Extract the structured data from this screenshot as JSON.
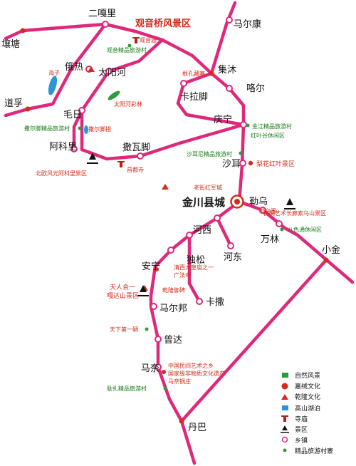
{
  "colors": {
    "road": "#e0287a",
    "town_ring": "#e0287a",
    "nature_green": "#2e9a3a",
    "jiarong_red": "#d62a1a",
    "lake_blue": "#2a96d6",
    "temple_red": "#b8211a",
    "scenic_black": "#111111",
    "village_green": "#2e9a3a"
  },
  "county": {
    "label": "金川县城"
  },
  "towns": {
    "rangtang": "壤塘",
    "erga": "二嘎里",
    "marerkang": "马尔康",
    "anle": "俄热",
    "taiyanghe": "太阳河",
    "jimu": "集沐",
    "daofu": "道孚",
    "kalajiao": "卡拉脚",
    "maer": "咯尔",
    "maori": "毛日",
    "qingning": "庆宁",
    "alili": "阿科里",
    "sawajiao": "撒瓦脚",
    "shaer": "沙耳",
    "lewu": "勒乌",
    "hexi": "河西",
    "wanlin": "万林",
    "dusong": "独松",
    "hedong": "河东",
    "xiaojin": "小金",
    "anning": "安宁",
    "kasa": "卡撒",
    "maerbang": "马尔邦",
    "zengda": "曾达",
    "manai": "马奈",
    "danba": "丹巴"
  },
  "labels": {
    "guanyinqiao": "观音桥风景区",
    "guanyinmiao": "观音庙",
    "guanyin_village": "观音精品旅游村",
    "haizi": "海子",
    "gengenzhai": "根孔藏寨",
    "taiyanghe_forest": "太阳河彩林",
    "saerjiao_lake": "撒尔脚措",
    "saerjiao_village": "撒尔脚精品旅游村",
    "jinjiang_village": "金江精品旅游村",
    "hongyegu": "红叶谷休闲区",
    "shaerni_village": "沙耳尼精品旅游村",
    "lihua_scenic": "梨花红叶景区",
    "beiou_scenic": "北欧风光阿科里景区",
    "changdusi": "昌都寺",
    "laojin_fort": "老街红军城",
    "lewu_wei": "勒乌围",
    "qunbei_scenic": "群碉艺术长廊索乌山景区",
    "baise_leisure": "八色通休闲区",
    "qingsi_line1": "清西大皇庙之一",
    "qingsi_line2": "广法寺",
    "qianlong": "乾隆御碑",
    "tianren_line1": "天人合一",
    "tianren_line2": "嘎达山景区",
    "tianxia": "天下第一碉",
    "minjian_line1": "中国民间艺术之乡",
    "minjian_line2": "国家级非物质文化遗产",
    "minjian_line3": "马奈锅庄",
    "gengzha_village": "耿扎精品旅游村"
  },
  "legend": [
    {
      "icon": "green-square",
      "label": "自然风景"
    },
    {
      "icon": "red-dot",
      "label": "嘉绒文化"
    },
    {
      "icon": "red-triangle",
      "label": "乾隆文化"
    },
    {
      "icon": "blue-square",
      "label": "高山湖泊"
    },
    {
      "icon": "temple-icon",
      "label": "寺庙"
    },
    {
      "icon": "pagoda-icon",
      "label": "景区"
    },
    {
      "icon": "ring-icon",
      "label": "乡镇"
    },
    {
      "icon": "green-dot",
      "label": "精品旅游村寨"
    }
  ]
}
